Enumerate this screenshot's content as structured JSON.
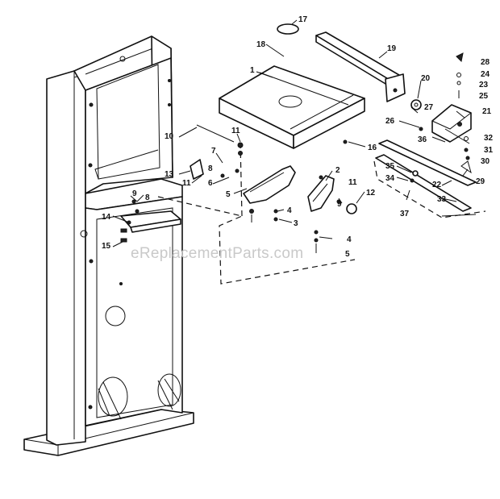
{
  "watermark": "eReplacementParts.com",
  "callouts": {
    "c1": "1",
    "c2": "2",
    "c3": "3",
    "c4a": "4",
    "c4b": "4",
    "c5a": "5",
    "c5b": "5",
    "c6": "6",
    "c7": "7",
    "c8a": "8",
    "c8b": "8",
    "c9a": "9",
    "c9b": "9",
    "c10": "10",
    "c11a": "11",
    "c11b": "11",
    "c11c": "11",
    "c12": "12",
    "c13": "13",
    "c14": "14",
    "c15": "15",
    "c16": "16",
    "c17": "17",
    "c18": "18",
    "c19": "19",
    "c20": "20",
    "c21": "21",
    "c22": "22",
    "c23": "23",
    "c24": "24",
    "c25": "25",
    "c26": "26",
    "c27": "27",
    "c28": "28",
    "c29": "29",
    "c30": "30",
    "c31": "31",
    "c32": "32",
    "c33": "33",
    "c34": "34",
    "c35": "35",
    "c36": "36",
    "c37": "37"
  }
}
